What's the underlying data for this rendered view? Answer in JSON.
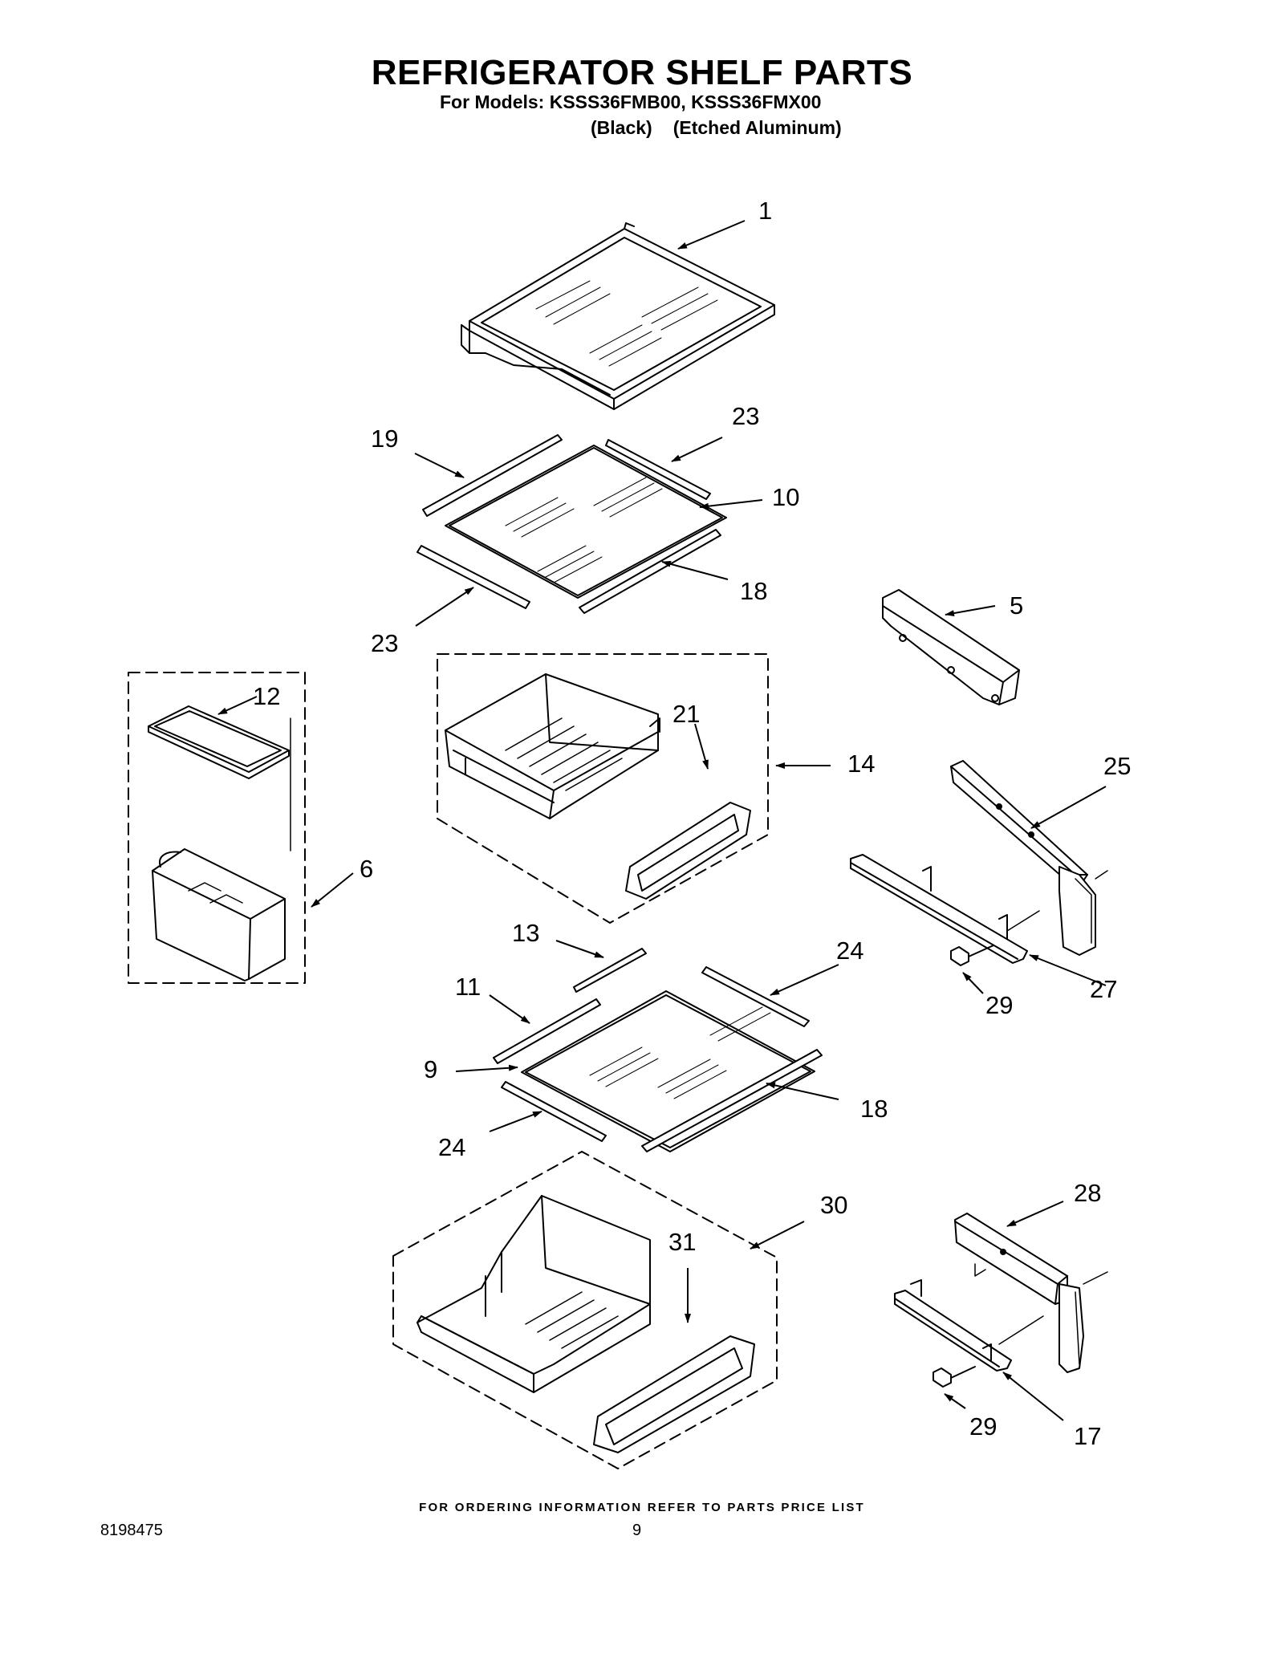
{
  "header": {
    "title": "REFRIGERATOR SHELF PARTS",
    "models_line": "For Models: KSSS36FMB00, KSSS36FMX00",
    "color_1": "(Black)",
    "color_2": "(Etched Aluminum)"
  },
  "callouts": {
    "c1": "1",
    "c19": "19",
    "c23a": "23",
    "c10": "10",
    "c18a": "18",
    "c23b": "23",
    "c5": "5",
    "c12": "12",
    "c21": "21",
    "c14": "14",
    "c6": "6",
    "c25": "25",
    "c13": "13",
    "c24a": "24",
    "c11": "11",
    "c9": "9",
    "c18b": "18",
    "c24b": "24",
    "c29a": "29",
    "c27": "27",
    "c30": "30",
    "c31": "31",
    "c28": "28",
    "c29b": "29",
    "c17": "17"
  },
  "footer": {
    "ordering_note": "FOR ORDERING INFORMATION REFER TO PARTS PRICE LIST",
    "document_number": "8198475",
    "page_number": "9"
  }
}
